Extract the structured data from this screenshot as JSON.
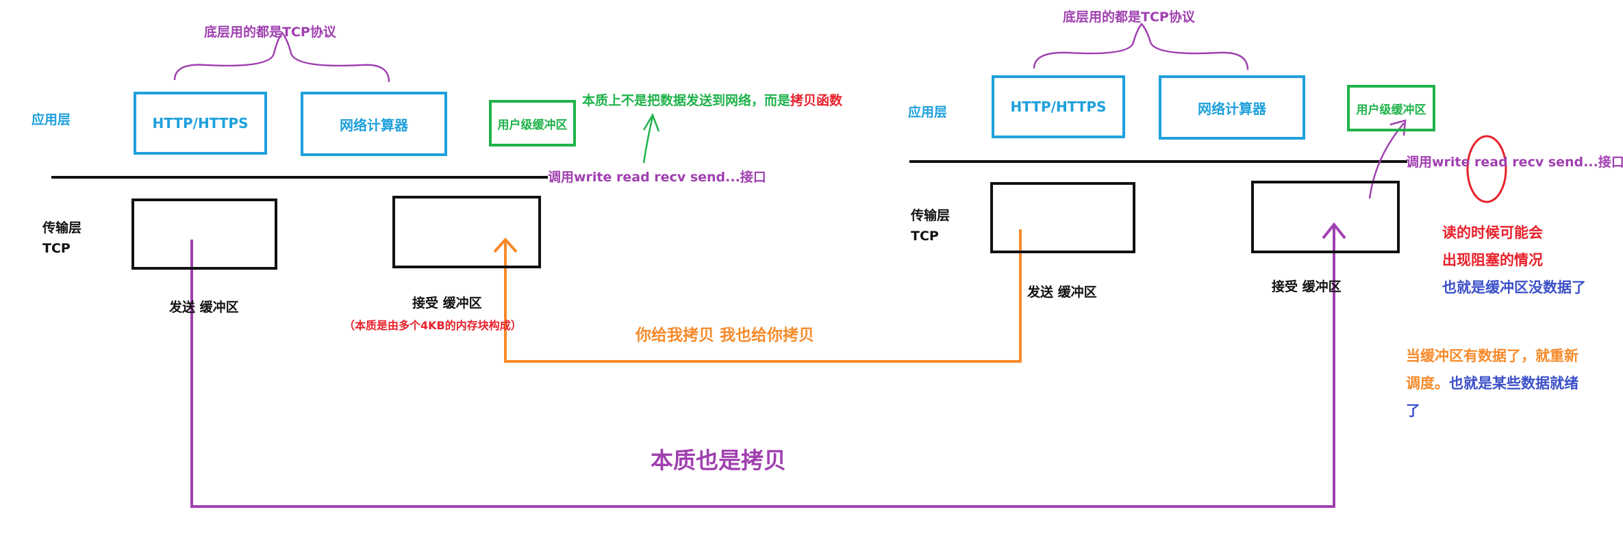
{
  "left": {
    "tcp_note": "底层用的都是TCP协议",
    "app_layer_label": "应用层",
    "http_box": "HTTP/HTTPS",
    "net_calc_box": "网络计算器",
    "user_buffer_box": "用户级缓冲区",
    "essence_note_prefix": "本质上不是把数据发送到网络，而是",
    "essence_note_highlight": "拷贝函数",
    "call_note": "调用write read recv send...接口",
    "transport_label": "传输层",
    "tcp_label": "TCP",
    "send_buffer": "发送 缓冲区",
    "recv_buffer": "接受 缓冲区",
    "recv_buffer_note": "（本质是由多个4KB的内存块构成）"
  },
  "middle": {
    "copy_note": "你给我拷贝    我也给你拷贝",
    "essence_copy": "本质也是拷贝"
  },
  "right": {
    "tcp_note": "底层用的都是TCP协议",
    "app_layer_label": "应用层",
    "http_box": "HTTP/HTTPS",
    "net_calc_box": "网络计算器",
    "user_buffer_box": "用户级缓冲区",
    "call_note": "调用write read recv send...接口",
    "transport_label": "传输层",
    "tcp_label": "TCP",
    "send_buffer": "发送 缓冲区",
    "recv_buffer": "接受 缓冲区",
    "block_note_line1": "读的时候可能会",
    "block_note_line2": "出现阻塞的情况",
    "block_note_line3": "也就是缓冲区没数据了",
    "resched_line1": "当缓冲区有数据了，就重新",
    "resched_line2_orange": "调度。",
    "resched_line2_blue": "也就是某些数据就绪",
    "resched_line3": "了"
  },
  "colors": {
    "blue": "#1ea0dc",
    "green": "#1fb24a",
    "purple": "#a040b0",
    "red": "#e8202a",
    "orange": "#f68a2a",
    "indigo": "#3b4fc8",
    "black": "#111111"
  }
}
